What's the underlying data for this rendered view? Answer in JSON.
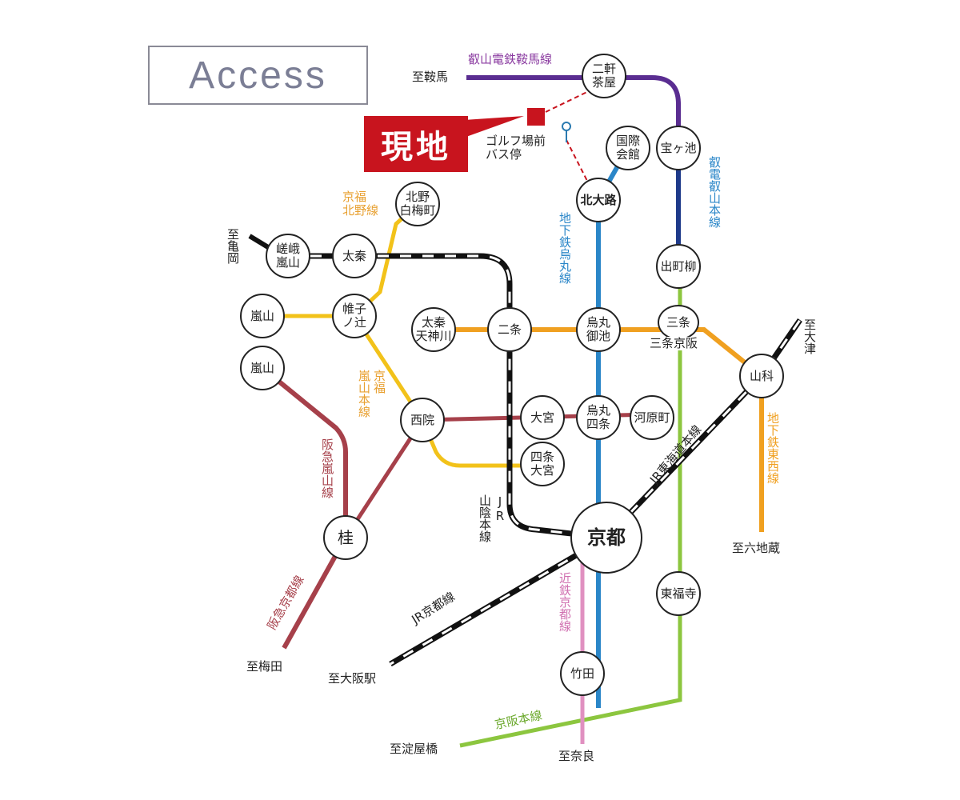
{
  "title": "Access",
  "site_label": "現地",
  "bus_stop": [
    "ゴルフ場前",
    "バス停"
  ],
  "colors": {
    "eizan_kurama": "#5a2d91",
    "eizan_main": "#1e3a8a",
    "karasuma": "#2a86c8",
    "tozai": "#f0a020",
    "keifuku": "#f2c21a",
    "hankyu": "#a6404a",
    "keihan": "#8cc63f",
    "kintetsu": "#e090c0",
    "jr": "#111111",
    "site": "#c8141e"
  },
  "line_labels": {
    "eizan_kurama": "叡山電鉄鞍馬線",
    "eizan_main": "叡電叡山本線",
    "karasuma": "地下鉄烏丸線",
    "tozai": "地下鉄東西線",
    "keifuku_kitano": [
      "京福",
      "北野線"
    ],
    "keifuku_arashiyama": [
      "京福",
      "嵐山本線"
    ],
    "hankyu_arashiyama": "阪急嵐山線",
    "hankyu_kyoto": "阪急京都線",
    "jr_sanin": [
      "JR",
      "山陰本線"
    ],
    "jr_tokaido": "JR東海道本線",
    "jr_kyoto": "JR京都線",
    "kintetsu": "近鉄京都線",
    "keihan": "京阪本線"
  },
  "destinations": {
    "kurama": "至鞍馬",
    "kameoka": "至亀岡",
    "otsu": "至大津",
    "rokujizo": "至六地蔵",
    "umeda": "至梅田",
    "osaka": "至大阪駅",
    "yodoyabashi": "至淀屋橋",
    "nara": "至奈良"
  },
  "stations": {
    "nikenchaya": [
      "二軒",
      "茶屋"
    ],
    "takaragaike": [
      "宝ヶ池"
    ],
    "kokusaikaikan": [
      "国際",
      "会館"
    ],
    "kitaoji": [
      "北大路"
    ],
    "demachiyanagi": [
      "出町柳"
    ],
    "kitano_hakubaicho": [
      "北野",
      "白梅町"
    ],
    "saga_arashiyama": [
      "嵯峨",
      "嵐山"
    ],
    "uzumasa": [
      "太秦"
    ],
    "arashiyama_keifuku": [
      "嵐山"
    ],
    "katabiranotsuji": [
      "帷子",
      "ノ辻"
    ],
    "uzumasa_tenjingawa": [
      "太秦",
      "天神川"
    ],
    "nijo": [
      "二条"
    ],
    "karasuma_oike": [
      "烏丸",
      "御池"
    ],
    "sanjo": [
      "三条"
    ],
    "sanjo_keihan": "三条京阪",
    "yamashina": [
      "山科"
    ],
    "arashiyama_hankyu": [
      "嵐山"
    ],
    "saiin": [
      "西院"
    ],
    "omiya": [
      "大宮"
    ],
    "karasuma_shijo": [
      "烏丸",
      "四条"
    ],
    "kawaramachi": [
      "河原町"
    ],
    "shijo_omiya": [
      "四条",
      "大宮"
    ],
    "katsura": [
      "桂"
    ],
    "kyoto": [
      "京都"
    ],
    "tofukuji": [
      "東福寺"
    ],
    "takeda": [
      "竹田"
    ]
  }
}
